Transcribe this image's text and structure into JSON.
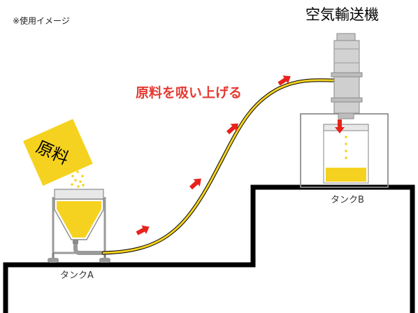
{
  "note": "※使用イメージ",
  "conveyor_label": "空気輸送機",
  "flow_label": "原料を吸い上げる",
  "raw_material_label": "原料",
  "tank_a_label": "タンクA",
  "tank_b_label": "タンクB",
  "colors": {
    "material": "#f5d21f",
    "arrow": "#e6221b",
    "outline": "#000000",
    "frame": "#9a9a9a",
    "machine": "#c8c8c8"
  },
  "icons": [
    "raw-material-bag-icon",
    "flow-arrow-icon",
    "pneumatic-conveyor-icon",
    "tank-icon"
  ]
}
